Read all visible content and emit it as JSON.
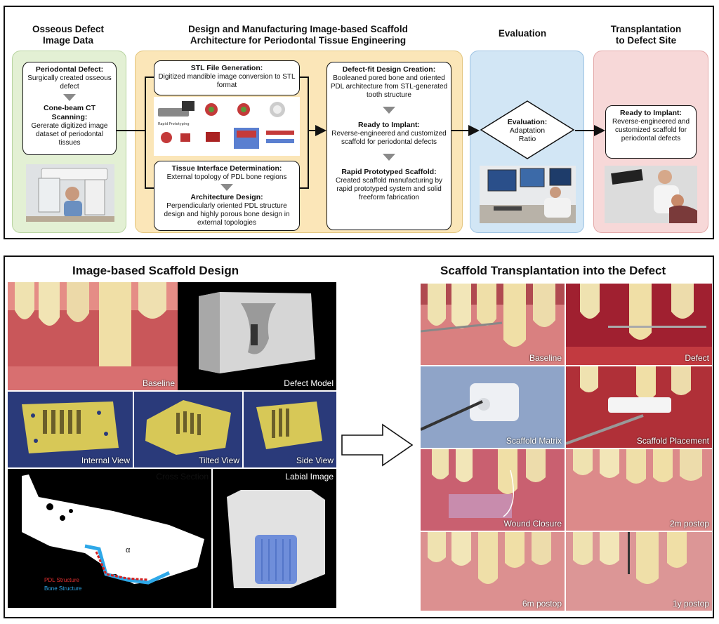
{
  "top": {
    "headers": {
      "col1": "Osseous Defect\nImage Data",
      "col2": "Design and Manufacturing Image-based Scaffold\nArchitecture for Periodontal Tissue Engineering",
      "col3": "Evaluation",
      "col4": "Transplantation\nto Defect Site"
    },
    "col1_card": {
      "title1": "Periodontal Defect:",
      "text1": "Surgically created osseous defect",
      "title2": "Cone-beam CT Scanning:",
      "text2": "Gererate digitized image dataset of periodontal tissues"
    },
    "stl_card": {
      "title": "STL File Generation:",
      "text": "Digitized mandible image conversion to STL format"
    },
    "arch_card": {
      "title1": "Tissue Interface Determination:",
      "text1": "External topology of PDL bone regions",
      "title2": "Architecture Design:",
      "text2": "Perpendicularly oriented PDL structure design and highly  porous bone design in external topologies"
    },
    "design_card": {
      "title1": "Defect-fit Design Creation:",
      "text1": "Booleaned pored bone and oriented PDL architecture from STL-generated tooth structure",
      "title2": "Ready to Implant:",
      "text2": "Reverse-engineered and customized scaffold for periodontal defects",
      "title3": "Rapid Prototyped Scaffold:",
      "text3": "Created scaffold manufacturing by rapid prototyped system and solid freeform fabrication"
    },
    "eval_diamond": {
      "title": "Evaluation:",
      "text": "Adaptation\nRatio"
    },
    "implant_card": {
      "title": "Ready to Implant:",
      "text": "Reverse-engineered and customized scaffold for periodontal defects"
    }
  },
  "bottom_left": {
    "title": "Image-based Scaffold Design",
    "labels": {
      "baseline": "Baseline",
      "defect_model": "Defect Model",
      "internal_view": "Internal View",
      "tilted_view": "Tilted View",
      "side_view": "Side View",
      "cross_section": "Cross Section",
      "labial_image": "Labial Image",
      "pdl_structure": "PDL Structure",
      "bone_structure": "Bone Structure",
      "alpha": "α"
    }
  },
  "bottom_right": {
    "title": "Scaffold Transplantation into the Defect",
    "labels": {
      "baseline": "Baseline",
      "defect": "Defect",
      "scaffold_matrix": "Scaffold Matrix",
      "scaffold_placement": "Scaffold Placement",
      "wound_closure": "Wound Closure",
      "m2_postop": "2m postop",
      "m6_postop": "6m postop",
      "y1_postop": "1y postop"
    }
  },
  "colors": {
    "green_region": "#e3f0d4",
    "yellow_region": "#fbe6b8",
    "blue_region": "#d2e6f5",
    "pink_region": "#f7d8d8",
    "navy_panel": "#2a3a7a",
    "gum": "#d96a6a",
    "tooth": "#efe2b0"
  }
}
